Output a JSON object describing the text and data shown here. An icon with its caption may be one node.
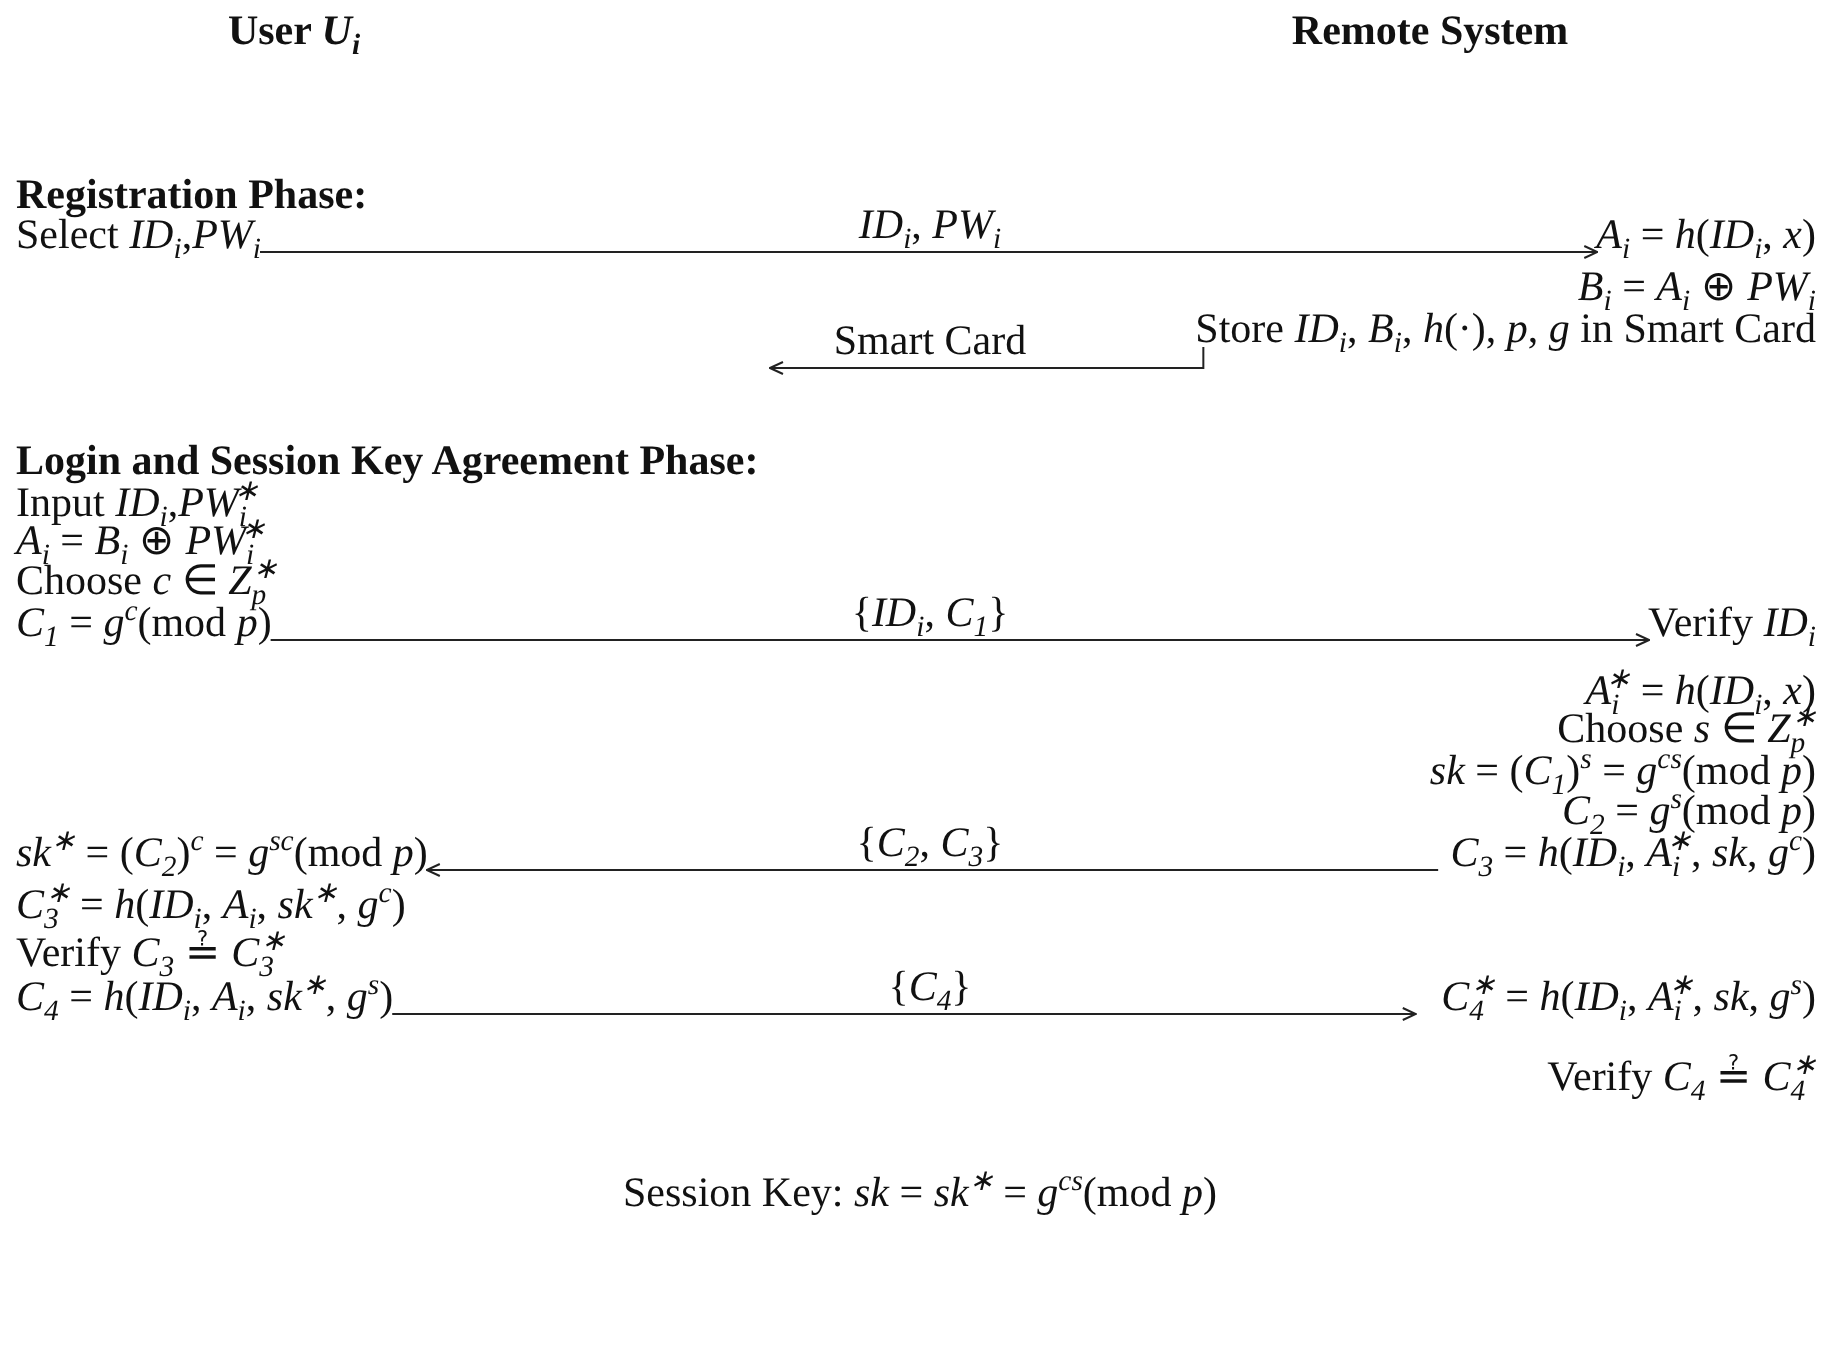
{
  "diagram": {
    "nodes": [
      {
        "text": [
          "Select *ID*$_{i}$,*PW*$_{i}$"
        ]
      },
      {
        "text": [
          "*A*$_{i}$ = *h*(*ID*$_{i}$, *x*)"
        ]
      },
      {
        "text": [
          "Store *ID*$_{i}$, *B*$_{i}$, *h*(·), *p*, *g* in Smart Card"
        ]
      },
      {
        "text": [
          "*C*$_{1}$ = *g*$^{c}$(mod *p*)"
        ]
      },
      {
        "text": [
          "Verify *ID*$_{i}$"
        ]
      },
      {
        "text": [
          "*sk*$^{∗}$ = (*C*$_{2}$)$^{c}$ = *g*$^{sc}$(mod *p*)"
        ]
      },
      {
        "text": [
          "*C*$_{3}$ = *h*(*ID*$_{i}$, *A*$_{i}$$^{∗}$, *sk*, *g*$^{c}$)"
        ]
      },
      {
        "text": [
          "*C*$_{4}$ = *h*(*ID*$_{i}$, *A*$_{i}$, *sk*$^{∗}$, *g*$^{s}$)"
        ]
      },
      {
        "text": [
          "*C*$_{4}$$^{∗}$ = *h*(*ID*$_{i}$, *A*$_{i}$$^{∗}$, *sk*, *g*$^{s}$)"
        ]
      }
    ],
    "edges": [
      {
        "from": 0,
        "to": 1,
        "arrow": "to",
        "label": "*ID*$_{i}$, *PW*$_{i}$"
      },
      {
        "from": 2,
        "to": null,
        "arrow": "to",
        "label": "Smart Card"
      },
      {
        "from": 3,
        "to": 4,
        "arrow": "to",
        "label": "{*ID*$_{i}$, *C*$_{1}$}"
      },
      {
        "from": 6,
        "to": 5,
        "arrow": "to",
        "label": "{*C*$_{2}$, *C*$_{3}$}"
      },
      {
        "from": 7,
        "to": 8,
        "arrow": "to",
        "label": "{*C*$_{4}$}"
      }
    ],
    "labels": [
      "User *U*$_{i}$",
      "Remote System",
      "Registration Phase:",
      "*B*$_{i}$ = *A*$_{i}$ ⊕ *PW*$_{i}$",
      "Login and Session Key Agreement Phase:",
      "Input *ID*$_{i}$,*PW*$_{i}$$^{∗}$",
      "*A*$_{i}$ = *B*$_{i}$ ⊕ *PW*$_{i}$$^{∗}$",
      "Choose *c* ∈ *Z*$_{p}$$^{∗}$",
      "*A*$_{i}$$^{∗}$ = *h*(*ID*$_{i}$, *x*)",
      "Choose *s* ∈ *Z*$_{p}$$^{∗}$",
      "*sk* = (*C*$_{1}$)$^{s}$ = *g*$^{cs}$(mod *p*)",
      "*C*$_{2}$ = *g*$^{s}$(mod *p*)",
      "*C*$_{3}$$^{∗}$ = *h*(*ID*$_{i}$, *A*$_{i}$, *sk*$^{∗}$, *g*$^{c}$)",
      "Verify *C*$_{3}$ ≟ *C*$_{3}$$^{∗}$",
      "Verify *C*$_{4}$ ≟ *C*$_{4}$$^{∗}$",
      "Session Key: *sk* = *sk*$^{∗}$ = *g*$^{cs}$(mod *p*)"
    ]
  }
}
